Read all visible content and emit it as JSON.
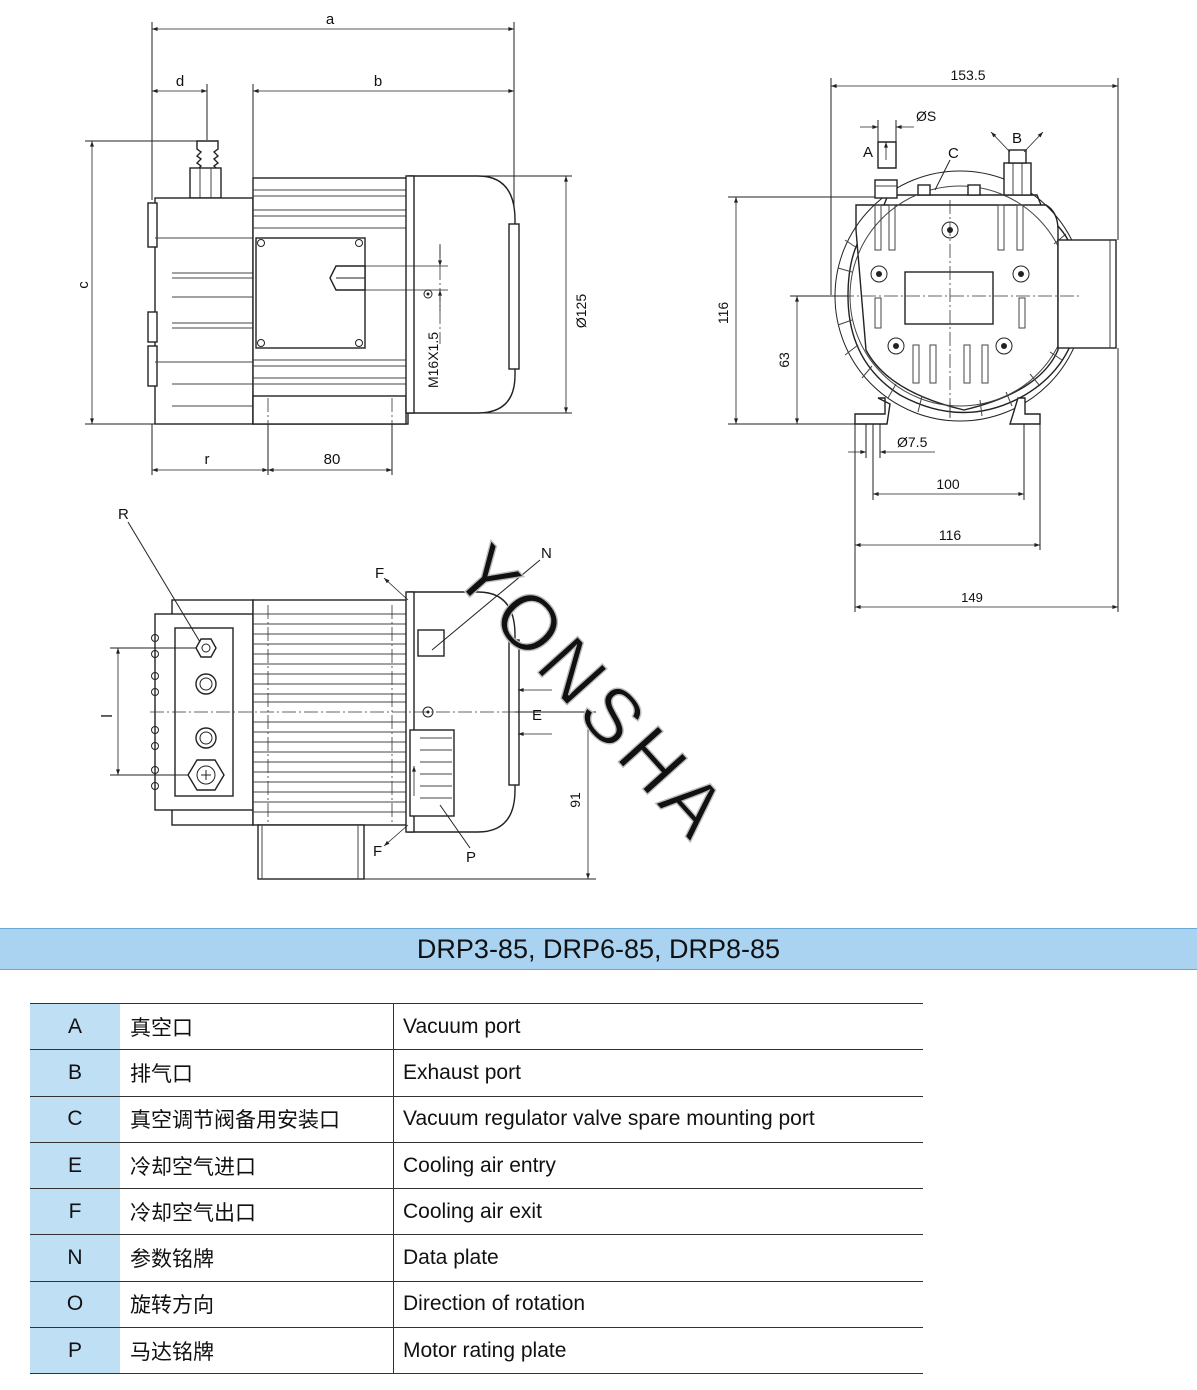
{
  "drawing": {
    "side_view": {
      "dims": {
        "a": "a",
        "b": "b",
        "c": "c",
        "d": "d",
        "r": "r",
        "eighty": "80",
        "dia125": "Ø125",
        "thread": "M16X1.5"
      }
    },
    "front_view": {
      "dims": {
        "w153": "153.5",
        "os": "ØS",
        "h116": "116",
        "h63": "63",
        "hole": "Ø7.5",
        "w100": "100",
        "w116": "116",
        "w149": "149"
      },
      "labels": {
        "a": "A",
        "b": "B",
        "c": "C"
      }
    },
    "top_view": {
      "labels": {
        "r": "R",
        "n": "N",
        "f1": "F",
        "f2": "F",
        "e": "E",
        "p": "P",
        "l": "l"
      },
      "dims": {
        "h91": "91"
      }
    },
    "watermark": "YONSHA"
  },
  "title": "DRP3-85, DRP6-85, DRP8-85",
  "legend": [
    {
      "code": "A",
      "cn": "真空口",
      "en": "Vacuum port"
    },
    {
      "code": "B",
      "cn": "排气口",
      "en": "Exhaust port"
    },
    {
      "code": "C",
      "cn": "真空调节阀备用安装口",
      "en": "Vacuum regulator valve spare mounting port"
    },
    {
      "code": "E",
      "cn": "冷却空气进口",
      "en": "Cooling air entry"
    },
    {
      "code": "F",
      "cn": "冷却空气出口",
      "en": "Cooling air exit"
    },
    {
      "code": "N",
      "cn": "参数铭牌",
      "en": "Data plate"
    },
    {
      "code": "O",
      "cn": "旋转方向",
      "en": "Direction of rotation"
    },
    {
      "code": "P",
      "cn": "马达铭牌",
      "en": "Motor rating plate"
    }
  ],
  "colors": {
    "title_bar": "#a9d3f0",
    "code_cell": "#bfdff5"
  }
}
